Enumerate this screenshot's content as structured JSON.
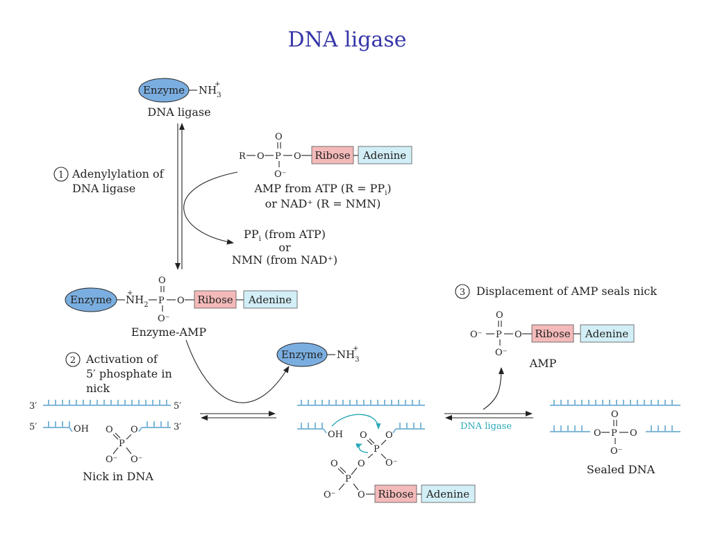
{
  "title": "DNA ligase",
  "colors": {
    "title": "#3636a8",
    "enzyme_fill": "#7baee0",
    "ribose_fill": "#f4b9b9",
    "adenine_fill": "#d2eef6",
    "dna_strand": "#7fb7d8",
    "cyan_label": "#2aa9b9"
  },
  "enzyme": {
    "label": "Enzyme",
    "nh3": "NH",
    "nh2": "NH",
    "sub3": "3",
    "sub2": "2",
    "plus": "+"
  },
  "top": {
    "caption": "DNA ligase"
  },
  "amp_donor": {
    "r": "R",
    "o": "O",
    "p": "P",
    "ominus": "O⁻",
    "ribose": "Ribose",
    "adenine": "Adenine",
    "caption1": "AMP from ATP (R = PP",
    "caption1_sub": "i",
    "caption1_end": ")",
    "caption2": "or NAD⁺ (R = NMN)"
  },
  "byproduct": {
    "line1": "PP",
    "line1_sub": "i",
    "line1_end": " (from ATP)",
    "line2": "or",
    "line3": "NMN (from NAD⁺)"
  },
  "steps": {
    "step1_num": "1",
    "step1_line1": "Adenylylation of",
    "step1_line2": "DNA ligase",
    "step2_num": "2",
    "step2_line1": "Activation of",
    "step2_line2": "5′ phosphate in",
    "step2_line3": "nick",
    "step3_num": "3",
    "step3_line1": "Displacement of AMP seals nick"
  },
  "enzyme_amp": {
    "caption": "Enzyme-AMP"
  },
  "nick": {
    "three_prime": "3′",
    "five_prime": "5′",
    "oh": "OH",
    "caption": "Nick in DNA"
  },
  "amp_product": {
    "caption": "AMP"
  },
  "middle": {
    "oh": "OH"
  },
  "arrow_label": "DNA ligase",
  "sealed": {
    "caption": "Sealed DNA"
  }
}
